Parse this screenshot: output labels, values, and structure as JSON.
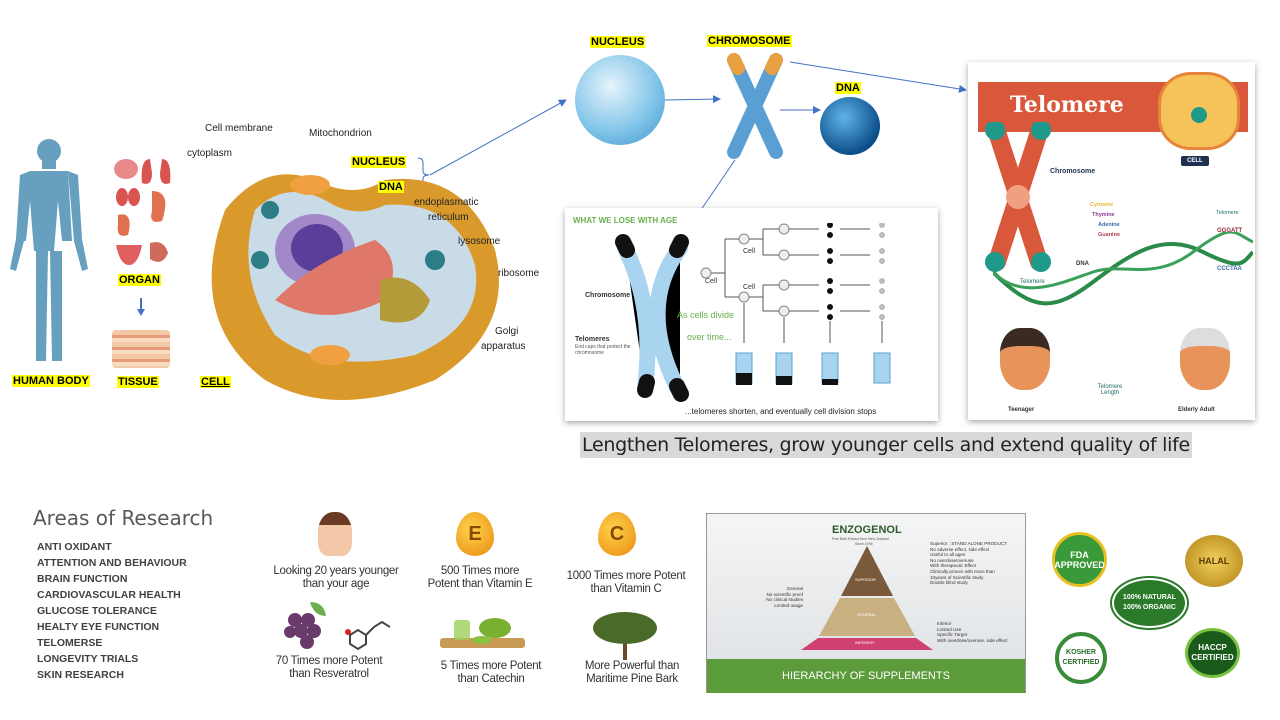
{
  "hierarchy_labels": {
    "human_body": "HUMAN BODY",
    "organ": "ORGAN",
    "tissue": "TISSUE",
    "cell": "CELL",
    "nucleus": "NUCLEUS",
    "dna": "DNA",
    "chromosome": "CHROMOSOME"
  },
  "cell_diagram": {
    "cell_membrane": "Cell membrane",
    "cytoplasm": "cytoplasm",
    "mitochondrion": "Mitochondrion",
    "nucleus": "NUCLEUS",
    "dna": "DNA",
    "er_line1": "endoplasmatic",
    "er_line2": "reticulum",
    "lysosome": "lysosome",
    "ribosome": "ribosome",
    "golgi_line1": "Golgi",
    "golgi_line2": "apparatus"
  },
  "aging_panel": {
    "title": "WHAT WE LOSE WITH AGE",
    "chromosome": "Chromosome",
    "telomeres": "Telomeres",
    "telomeres_desc": "End caps that protect the chromosome",
    "cell": "Cell",
    "as_cells_divide": "As cells divide",
    "over_time": "over time...",
    "footer": "...telomeres shorten, and eventually cell division stops"
  },
  "telomere_panel": {
    "title": "Telomere",
    "cell": "CELL",
    "chromosome": "Chromosome",
    "dna": "DNA",
    "telomere": "Telomere",
    "bases": [
      "Cytosine",
      "Thymine",
      "Adenine",
      "Guanine"
    ],
    "top_seq": "GGGATT",
    "bottom_seq": "CCCTAA",
    "telomere_length": "Telomere Length",
    "teenager": "Teenager",
    "elderly": "Elderly Adult"
  },
  "caption": "Lengthen Telomeres, grow younger cells and extend quality of life",
  "research": {
    "title": "Areas of Research",
    "items": [
      "ANTI OXIDANT",
      "ATTENTION AND BEHAVIOUR",
      "BRAIN FUNCTION",
      "CARDIOVASCULAR HEALTH",
      "GLUCOSE TOLERANCE",
      "HEALTY EYE FUNCTION",
      "TELOMERSE",
      "LONGEVITY TRIALS",
      "SKIN RESEARCH"
    ]
  },
  "benefits": [
    {
      "text": "Looking 20 years younger than your age",
      "icon": "face-icon"
    },
    {
      "text": "500 Times more Potent than Vitamin E",
      "icon": "vitamin-e-icon",
      "letter": "E"
    },
    {
      "text": "1000 Times more Potent than Vitamin C",
      "icon": "vitamin-c-icon",
      "letter": "C"
    },
    {
      "text": "70 Times more Potent than Resveratrol",
      "icon": "grapes-icon"
    },
    {
      "text": "5 Times more Potent than Catechin",
      "icon": "green-tea-icon"
    },
    {
      "text": "More Powerful than Maritime Pine Bark",
      "icon": "tree-icon"
    }
  ],
  "supplements": {
    "brand": "ENZOGENOL",
    "brand_sub": "Pine Bark Extract from New Zealand",
    "since": "Since 1996",
    "superior": [
      "Superior : STAND ALONE PRODUCT",
      "No adverse effect, side effect",
      "Useful to all ages",
      "No overdose/overuse",
      "With therapeutic Effect",
      "Clinically proven with more than",
      "10years of Scientific study",
      "Double blind study"
    ],
    "general": [
      "General",
      "No scientific proof",
      "No clinical studies",
      "Limited usage"
    ],
    "inferior": [
      "Inferior",
      "Limited Use",
      "Specific Target",
      "With overdose/overuse, side effect"
    ],
    "tiers": [
      "SUPERIOR",
      "GENERAL",
      "INFERIOR"
    ],
    "footer": "HIERARCHY OF SUPPLEMENTS"
  },
  "badges": {
    "fda": "FDA APPROVED",
    "halal": "HALAL",
    "organic": "100% NATURAL 100% ORGANIC",
    "kosher": "KOSHER CERTIFIED",
    "haccp": "HACCP CERTIFIED"
  },
  "colors": {
    "highlight": "#ffff00",
    "green": "#5b9b3a",
    "telomere_red": "#d9573a",
    "teal": "#1f9a8a"
  }
}
